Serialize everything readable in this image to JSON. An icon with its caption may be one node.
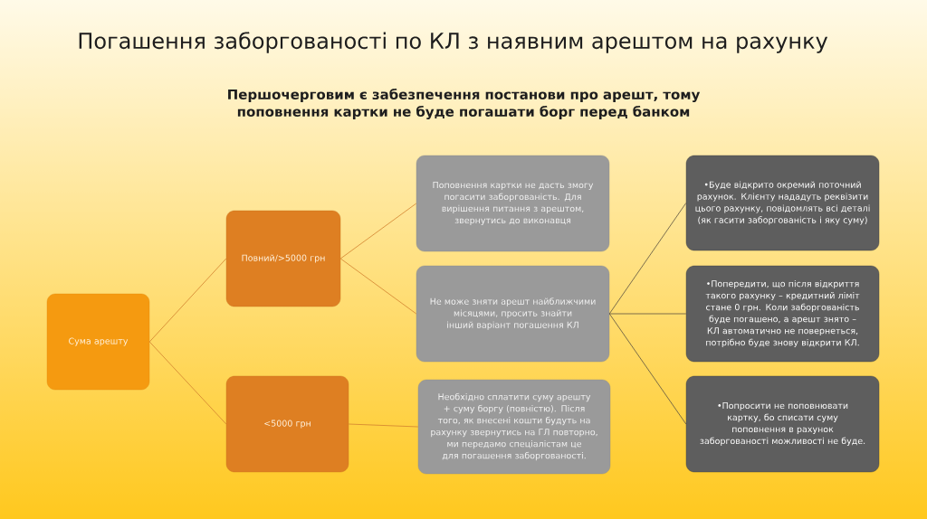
{
  "diagram": {
    "title": "Погашення заборгованості по КЛ з наявним арештом на рахунку",
    "nodes": [
      {
        "text": [
          "Сума арешту"
        ]
      },
      {
        "text": [
          "Повний/>5000 грн"
        ]
      },
      {
        "text": [
          "<5000 грн"
        ]
      },
      {
        "text": [
          "Поповнення картки не дасть змогу погасити заборгованість. Для вирішення питання з арештом, звернутись до виконавця"
        ]
      },
      {
        "text": [
          "Не може зняти арешт найближчими місяцями, просить знайти інший варіант погашення КЛ"
        ]
      },
      {
        "text": [
          "Необхідно сплатити суму арешту + суму боргу (повністю). Після того, як внесені кошти будуть на рахунку звернутись на ГЛ повторно, ми передамо спеціалістам це для погашення заборгованості."
        ]
      },
      {
        "text": [
          "•Буде відкрито окремий поточний рахунок. Клієнту нададуть реквізити цього рахунку, повідомлять всі деталі (як гасити заборгованість і яку суму)"
        ]
      },
      {
        "text": [
          "•Попередити, що після відкриття такого рахунку – кредитний ліміт стане 0 грн. Коли заборгованість буде погашено, а арешт знято – КЛ автоматично не повернеться, потрібно буде знову відкрити КЛ."
        ]
      },
      {
        "text": [
          "•Попросити не поповнювати картку, бо списати суму поповнення в рахунок заборгованості можливості не буде."
        ]
      }
    ],
    "edges": [
      {
        "from": 0,
        "to": 1,
        "arrow": "none"
      },
      {
        "from": 0,
        "to": 2,
        "arrow": "none"
      },
      {
        "from": 1,
        "to": 3,
        "arrow": "none"
      },
      {
        "from": 1,
        "to": 4,
        "arrow": "none"
      },
      {
        "from": 2,
        "to": 5,
        "arrow": "none"
      },
      {
        "from": 4,
        "to": 6,
        "arrow": "none",
        "color": "#5a5040"
      },
      {
        "from": 4,
        "to": 7,
        "arrow": "none",
        "color": "#5a5040"
      },
      {
        "from": 4,
        "to": 8,
        "arrow": "none",
        "color": "#5a5040"
      }
    ],
    "labels": [
      "Першочерговим є забезпечення постанови про арешт, тому поповнення картки не буде погашати борг перед банком"
    ]
  }
}
